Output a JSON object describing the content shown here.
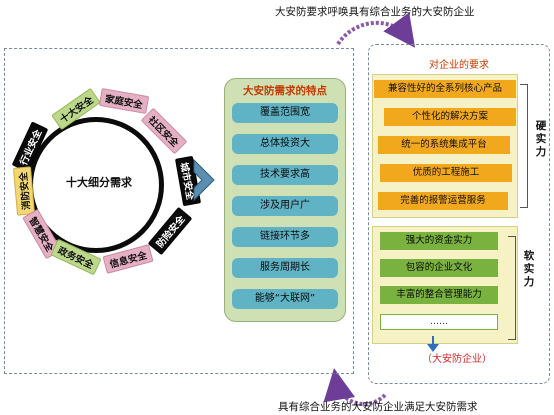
{
  "captions": {
    "top": "大安防要求呼唤具有综合业务的大安防企业",
    "bottom": "具有综合业务的大安防企业满足大安防需求"
  },
  "hub": {
    "label": "十大细分需求",
    "tags": [
      {
        "text": "十大安全",
        "style": "green"
      },
      {
        "text": "家庭安全",
        "style": "pink"
      },
      {
        "text": "社区安全",
        "style": "pink"
      },
      {
        "text": "城市安全",
        "style": "black"
      },
      {
        "text": "行业安全",
        "style": "black"
      },
      {
        "text": "防险安全",
        "style": "black"
      },
      {
        "text": "消防安全",
        "style": "yellow"
      },
      {
        "text": "智慧安全",
        "style": "pink"
      },
      {
        "text": "政务安全",
        "style": "green"
      },
      {
        "text": "信息安全",
        "style": "pink"
      }
    ]
  },
  "features": {
    "title": "大安防需求的特点",
    "items": [
      "覆盖范围宽",
      "总体投资大",
      "技术要求高",
      "涉及用户广",
      "链接环节多",
      "服务周期长",
      "能够“大联网”"
    ]
  },
  "requirements": {
    "title": "对企业的要求",
    "hard_label": "硬实力",
    "soft_label": "软实力",
    "hard_items": [
      "兼容性好的全系列核心产品",
      "个性化的解决方案",
      "统一的系统集成平台",
      "优质的工程施工",
      "完善的报警运营服务"
    ],
    "soft_items": [
      "强大的资金实力",
      "包容的企业文化",
      "丰富的整合管理能力"
    ],
    "soft_more": "……",
    "result": "（大安防企业）"
  },
  "colors": {
    "feature_panel": "#cfe0b4",
    "feature_item": "#5fb3c5",
    "hard_item": "#f2a81d",
    "soft_item": "#79b23e",
    "panel_bg": "#f6f2c6",
    "accent_red": "#c23b00",
    "arrow_purple": "#8a5aa8"
  }
}
